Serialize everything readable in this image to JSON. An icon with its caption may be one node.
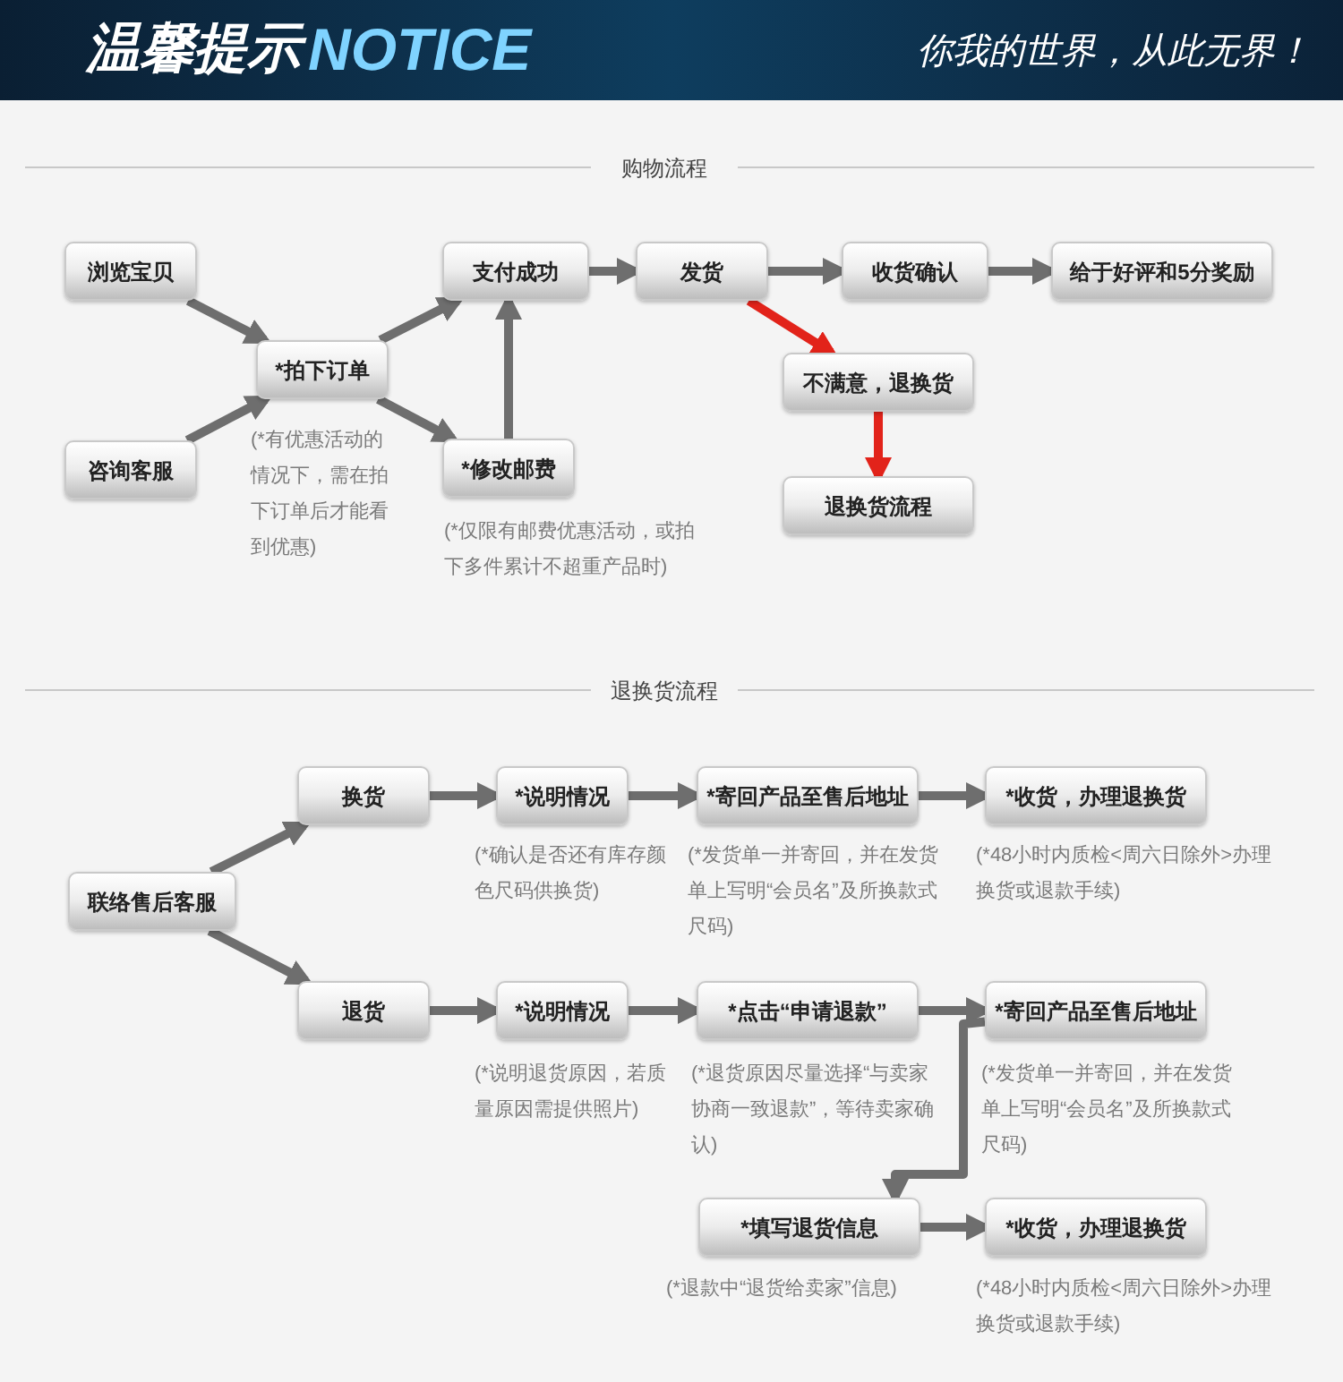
{
  "diagram": {
    "title": "温馨提示",
    "nodes": [
      {
        "text": [
          "浏览宝贝"
        ]
      },
      {
        "text": [
          "咨询客服"
        ]
      },
      {
        "text": [
          "*拍下订单"
        ],
        "beside": [
          "(*有优惠活动的情况下，需在拍下订单后才能看到优惠)"
        ]
      },
      {
        "text": [
          "支付成功"
        ]
      },
      {
        "text": [
          "*修改邮费"
        ],
        "beside": [
          "(*仅限有邮费优惠活动，或拍下多件累计不超重产品时)"
        ]
      },
      {
        "text": [
          "发货"
        ]
      },
      {
        "text": [
          "收货确认"
        ]
      },
      {
        "text": [
          "给于好评和5分奖励"
        ]
      },
      {
        "text": [
          "不满意，退换货"
        ]
      },
      {
        "text": [
          "退换货流程"
        ]
      },
      {
        "text": [
          "联络售后客服"
        ]
      },
      {
        "text": [
          "换货"
        ]
      },
      {
        "text": [
          "*说明情况"
        ],
        "beside": [
          "(*确认是否还有库存颜色尺码供换货)"
        ]
      },
      {
        "text": [
          "*寄回产品至售后地址"
        ],
        "beside": [
          "(*发货单一并寄回，并在发货单上写明“会员名”及所换款式尺码)"
        ]
      },
      {
        "text": [
          "*收货，办理退换货"
        ],
        "beside": [
          "(*48小时内质检<周六日除外>办理换货或退款手续)"
        ]
      },
      {
        "text": [
          "退货"
        ]
      },
      {
        "text": [
          "*说明情况"
        ],
        "beside": [
          "(*说明退货原因，若质量原因需提供照片)"
        ]
      },
      {
        "text": [
          "*点击“申请退款”"
        ],
        "beside": [
          "(*退货原因尽量选择“与卖家协商一致退款”，等待卖家确认)"
        ]
      },
      {
        "text": [
          "*寄回产品至售后地址"
        ],
        "beside": [
          "(*发货单一并寄回，并在发货单上写明“会员名”及所换款式尺码)"
        ]
      },
      {
        "text": [
          "*填写退货信息"
        ],
        "beside": [
          "(*退款中“退货给卖家”信息)"
        ]
      },
      {
        "text": [
          "*收货，办理退换货"
        ],
        "beside": [
          "(*48小时内质检<周六日除外>办理换货或退款手续)"
        ]
      }
    ],
    "edges": [
      {
        "from": 0,
        "to": 2,
        "arrow": "to"
      },
      {
        "from": 1,
        "to": 2,
        "arrow": "to"
      },
      {
        "from": 2,
        "to": 3,
        "arrow": "to"
      },
      {
        "from": 2,
        "to": 4,
        "arrow": "to"
      },
      {
        "from": 4,
        "to": 3,
        "arrow": "to"
      },
      {
        "from": 3,
        "to": 5,
        "arrow": "to"
      },
      {
        "from": 5,
        "to": 6,
        "arrow": "to"
      },
      {
        "from": 6,
        "to": 7,
        "arrow": "to"
      },
      {
        "from": 5,
        "to": 8,
        "arrow": "to",
        "color": "#e2231a"
      },
      {
        "from": 8,
        "to": 9,
        "arrow": "to",
        "color": "#e2231a"
      },
      {
        "from": 10,
        "to": 11,
        "arrow": "to"
      },
      {
        "from": 10,
        "to": 15,
        "arrow": "to"
      },
      {
        "from": 11,
        "to": 12,
        "arrow": "to"
      },
      {
        "from": 12,
        "to": 13,
        "arrow": "to"
      },
      {
        "from": 13,
        "to": 14,
        "arrow": "to"
      },
      {
        "from": 15,
        "to": 16,
        "arrow": "to"
      },
      {
        "from": 16,
        "to": 17,
        "arrow": "to"
      },
      {
        "from": 17,
        "to": 18,
        "arrow": "to"
      },
      {
        "from": 18,
        "to": 19,
        "arrow": "to"
      },
      {
        "from": 19,
        "to": 20,
        "arrow": "to"
      }
    ],
    "labels": [
      "NOTICE",
      "你我的世界，从此无界！",
      "购物流程",
      "退换货流程"
    ]
  }
}
